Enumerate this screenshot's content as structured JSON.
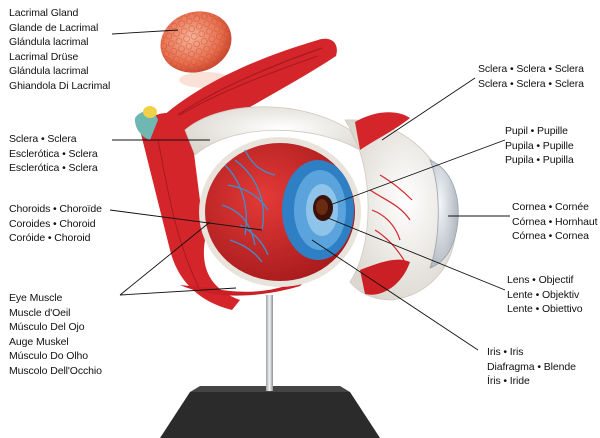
{
  "labels": {
    "lacrimal": [
      "Lacrimal Gland",
      "Glande de Lacrimal",
      "Glándula lacrimal",
      "Lacrimal Drüse",
      "Glándula lacrimal",
      "Ghiandola Di Lacrimal"
    ],
    "sclera_left": [
      "Sclera • Sclera",
      "Esclerótica • Sclera",
      "Esclerótica • Sclera"
    ],
    "choroids": [
      "Choroids • Choroïde",
      "Coroides • Choroid",
      "Coróide • Choroid"
    ],
    "eye_muscle": [
      "Eye Muscle",
      "Muscle d'Oeil",
      "Músculo Del Ojo",
      "Auge Muskel",
      "Músculo Do Olho",
      "Muscolo Dell'Occhio"
    ],
    "sclera_right": [
      "Sclera • Sclera • Sclera",
      "Sclera • Sclera • Sclera"
    ],
    "pupil": [
      "Pupil • Pupille",
      "Pupila • Pupille",
      "Pupila • Pupilla"
    ],
    "cornea": [
      "Cornea • Cornée",
      "Córnea • Hornhaut",
      "Córnea • Cornea"
    ],
    "lens": [
      "Lens • Objectif",
      "Lente • Objektiv",
      "Lente • Obiettivo"
    ],
    "iris": [
      "Iris • Iris",
      "Diafragma • Blende",
      "Íris • Iride"
    ]
  },
  "colors": {
    "muscle": "#d8262c",
    "muscle_dark": "#a81a1e",
    "sclera": "#f3f1ec",
    "iris_blue": "#2f7fc4",
    "cornea": "#d9dde2",
    "stand": "#2a2a2a",
    "gland": "#f08a6e"
  }
}
